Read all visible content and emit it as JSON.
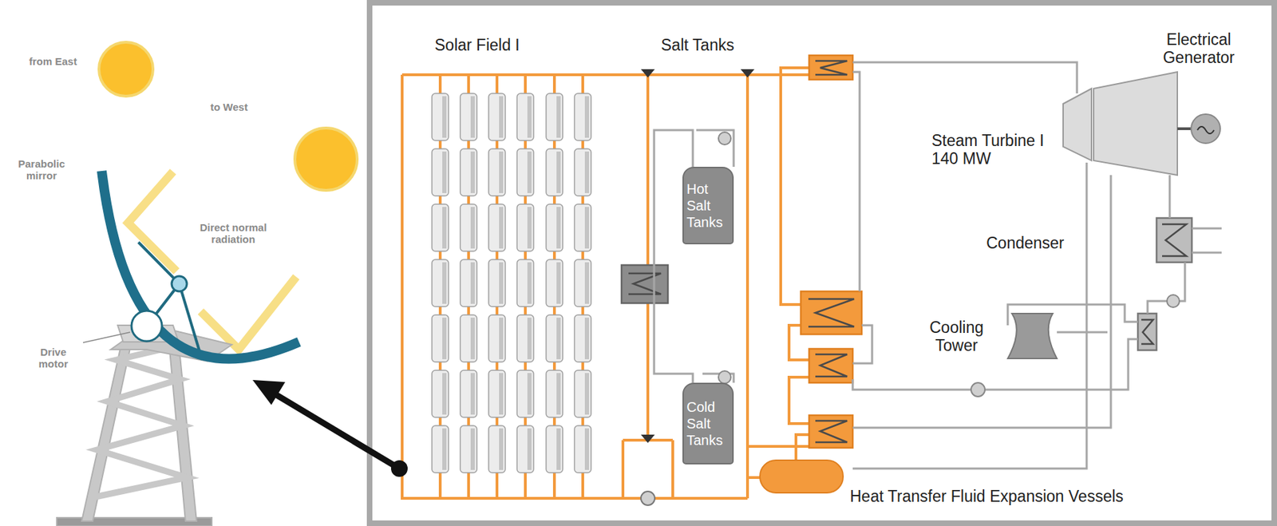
{
  "diagram": {
    "nodes": [
      {
        "text": [
          "Hot Salt Tanks"
        ]
      },
      {
        "text": [
          "Cold Salt Tanks"
        ]
      }
    ],
    "edges": [
      {
        "from": 0,
        "to": 1,
        "arrow": "none"
      }
    ],
    "labels": [
      "Solar Field I",
      "Salt Tanks",
      "Electrical Generator",
      "Steam Turbine I 140 MW",
      "Condenser",
      "Cooling Tower",
      "Heat Transfer Fluid Expansion Vessels",
      "from East",
      "to West",
      "Parabolic mirror",
      "Direct normal radiation",
      "Drive motor"
    ]
  }
}
